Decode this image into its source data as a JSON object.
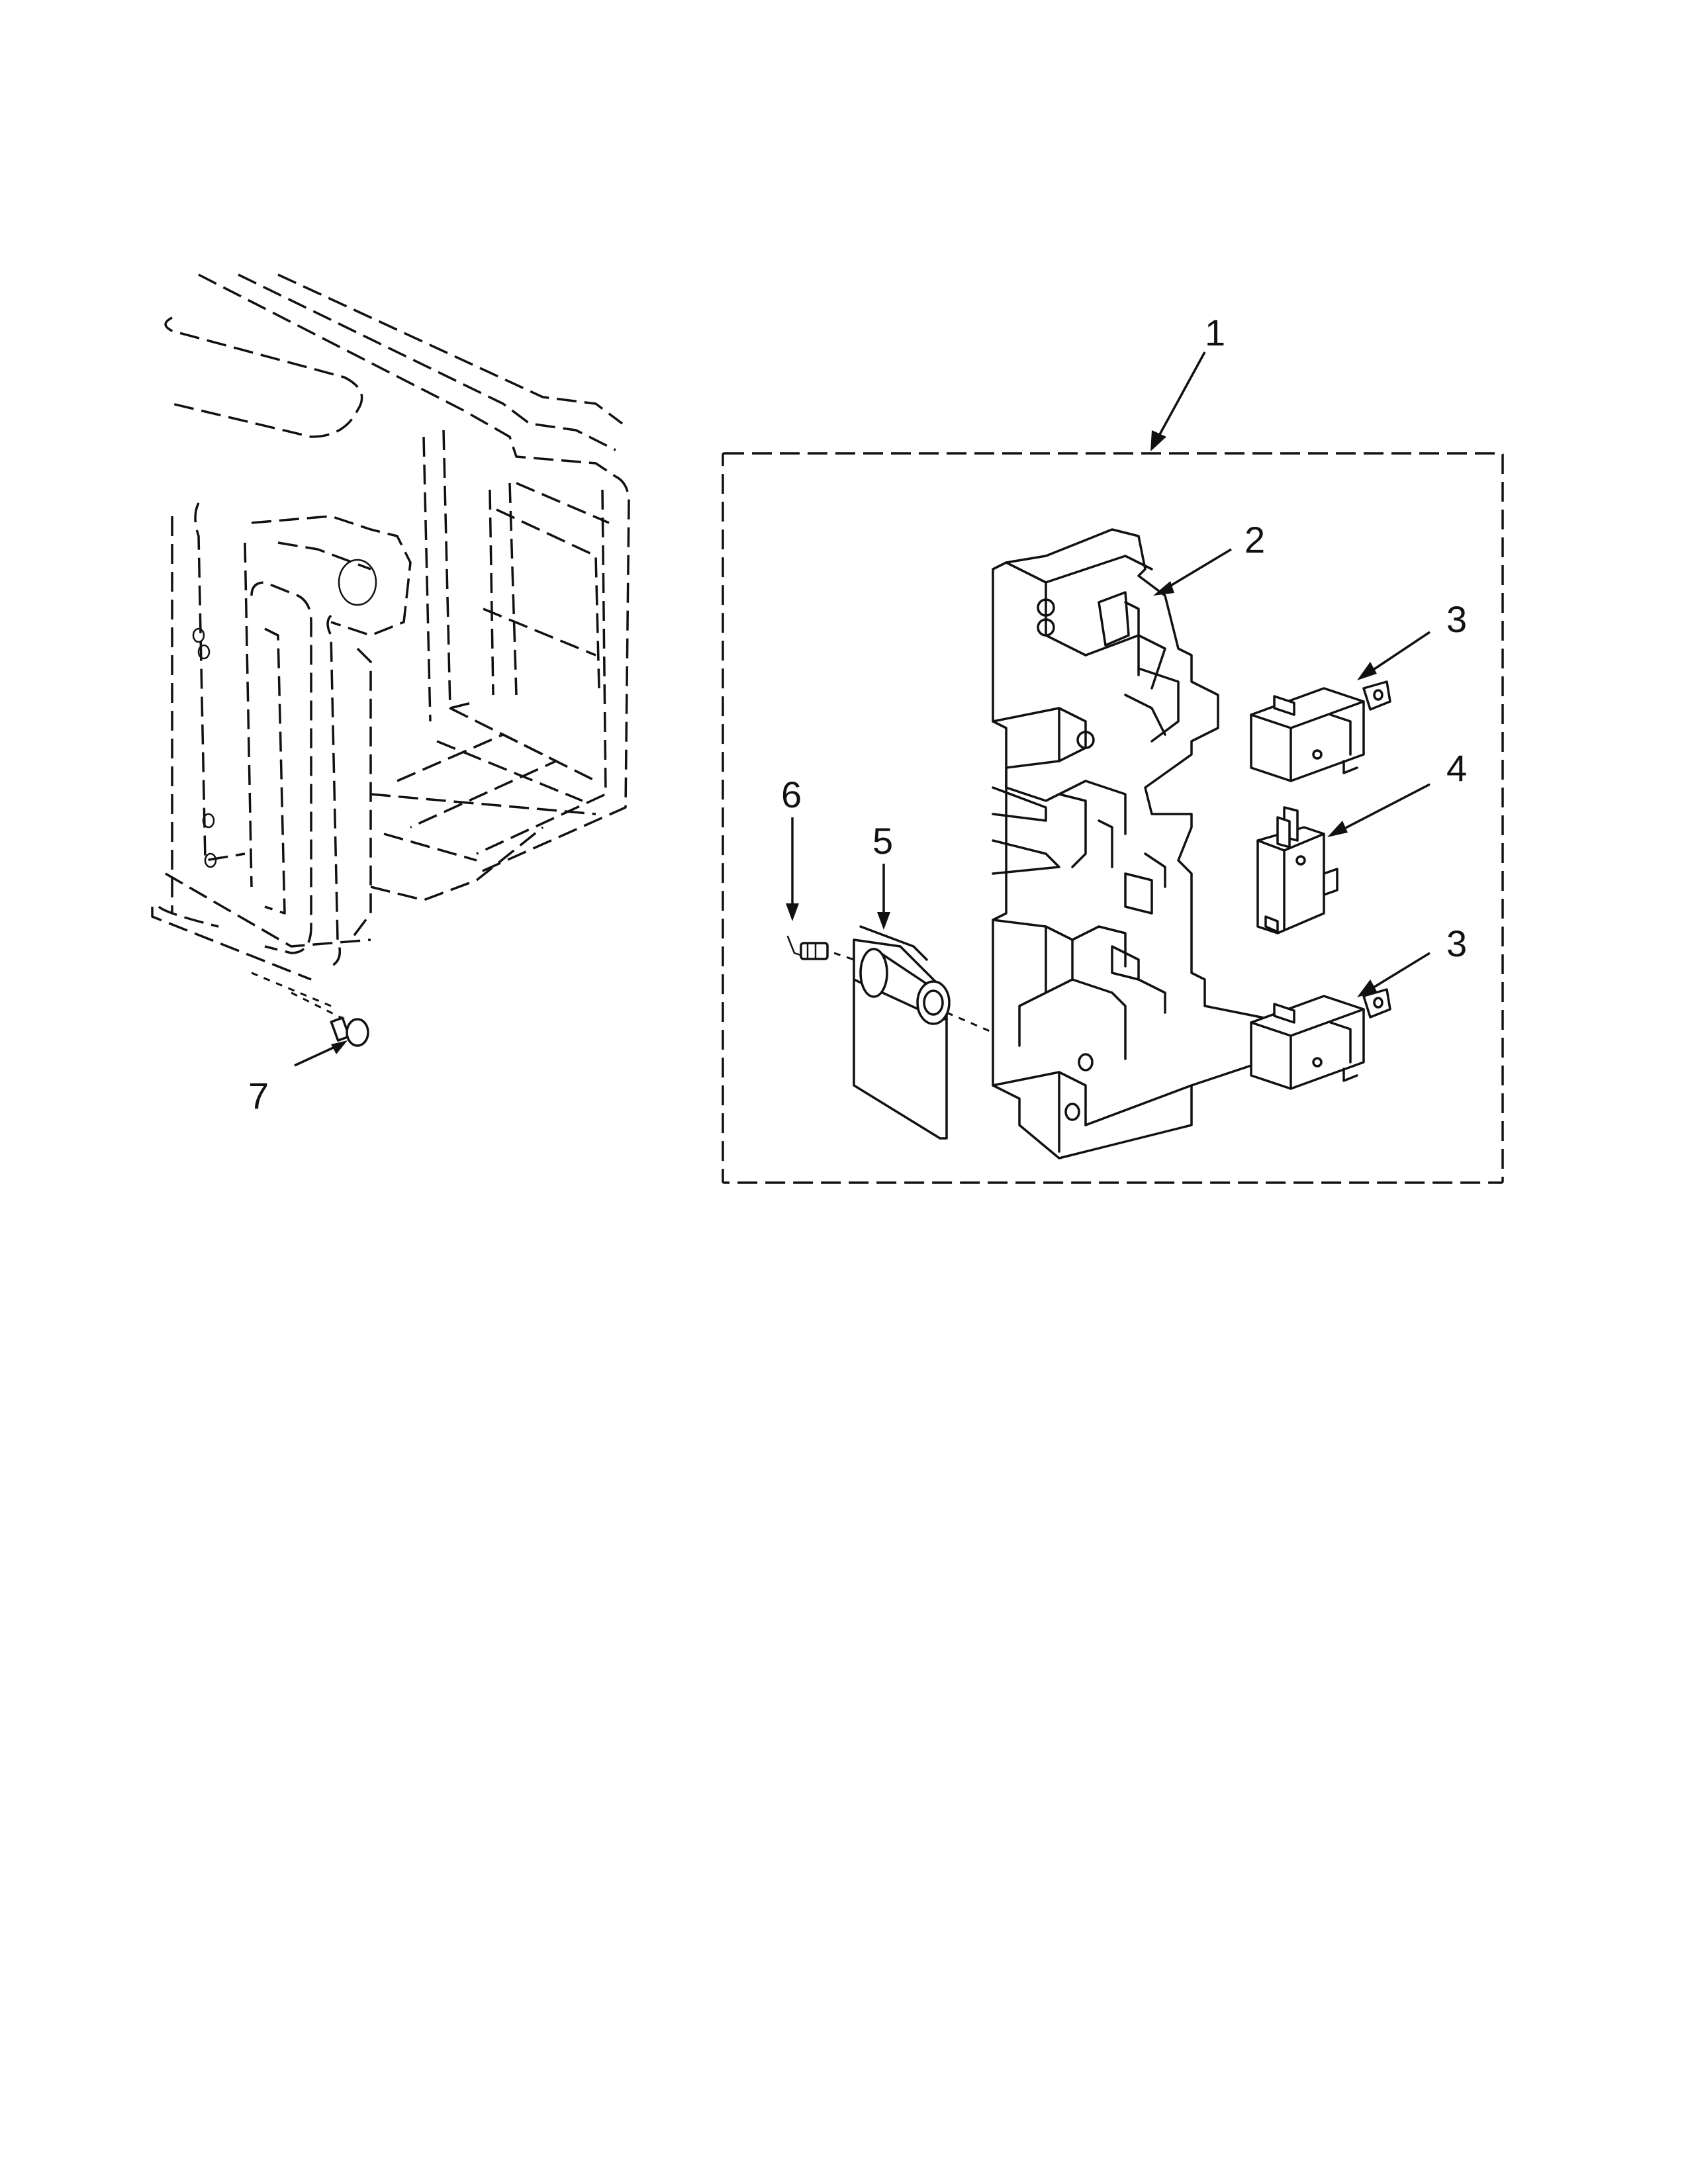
{
  "callouts": {
    "c1": "1",
    "c2": "2",
    "c3a": "3",
    "c4": "4",
    "c3b": "3",
    "c5": "5",
    "c6": "6",
    "c7": "7"
  }
}
